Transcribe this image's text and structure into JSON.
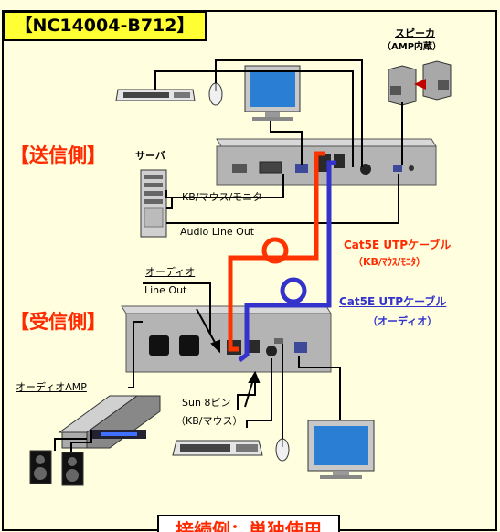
{
  "model": "【NC14004-B712】",
  "sender_label": "【送信側】",
  "receiver_label": "【受信側】",
  "server_label": "サーバ",
  "kb_mouse_monitor": "KB/マウス/モニタ",
  "audio_line_out": "Audio Line Out",
  "speaker_label": "スピーカ",
  "speaker_sub": "（AMP内蔵）",
  "cable_red_name": "Cat5E  UTPケーブル",
  "cable_red_sub": "（KB/ﾏｳｽ/ﾓﾆﾀ）",
  "cable_blue_name": "Cat5E  UTPケーブル",
  "cable_blue_sub": "（オーディオ）",
  "audio_label": "オーディオ",
  "line_out": "Line Out",
  "audio_amp": "オーディオAMP",
  "sun_8pin": "Sun 8ピン",
  "kb_mouse": "（KB/マウス）",
  "footer": "接続例：単独使用",
  "colors": {
    "background": "#ffffe0",
    "badge": "#ffff33",
    "red_cable": "#ff3300",
    "blue_cable": "#3333cc",
    "accent_text": "#ff2a00"
  }
}
